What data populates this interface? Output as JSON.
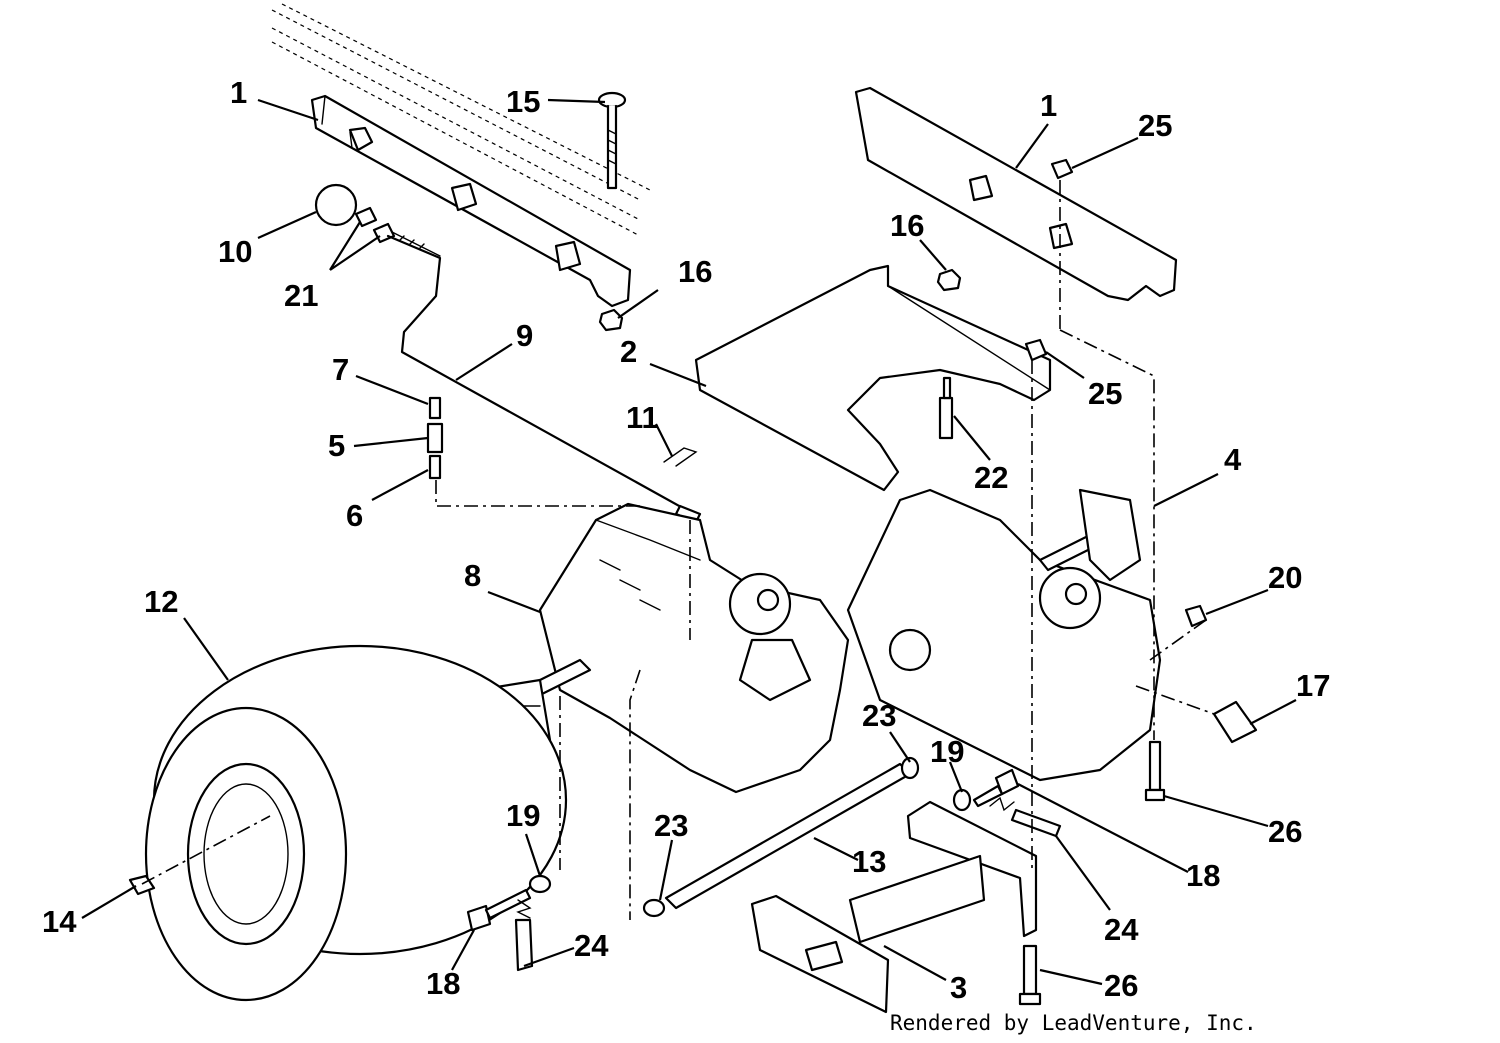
{
  "diagram": {
    "callouts": {
      "c1a": "1",
      "c1b": "1",
      "c2": "2",
      "c3": "3",
      "c4": "4",
      "c5": "5",
      "c6": "6",
      "c7": "7",
      "c8": "8",
      "c9": "9",
      "c10": "10",
      "c11": "11",
      "c12": "12",
      "c13": "13",
      "c14": "14",
      "c15": "15",
      "c16a": "16",
      "c16b": "16",
      "c17": "17",
      "c18a": "18",
      "c18b": "18",
      "c19a": "19",
      "c19b": "19",
      "c20": "20",
      "c21": "21",
      "c22": "22",
      "c23a": "23",
      "c23b": "23",
      "c24a": "24",
      "c24b": "24",
      "c25a": "25",
      "c25b": "25",
      "c26a": "26",
      "c26b": "26"
    },
    "credit": "Rendered by LeadVenture, Inc."
  }
}
